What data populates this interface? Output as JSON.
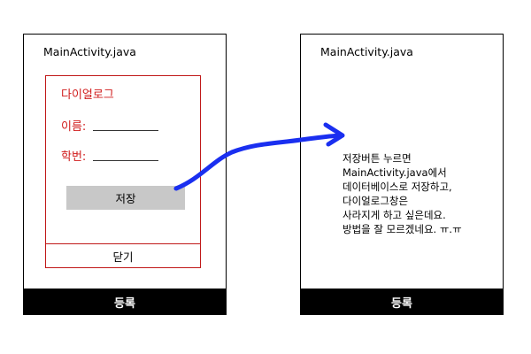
{
  "left_phone": {
    "title": "MainActivity.java",
    "dialog": {
      "title": "다이얼로그",
      "name_label": "이름:",
      "id_label": "학번:",
      "save_label": "저장",
      "close_label": "닫기"
    },
    "bottom_bar_label": "등록"
  },
  "right_phone": {
    "title": "MainActivity.java",
    "message_lines": [
      "저장버튼 누르면",
      "MainActivity.java에서",
      "데이터베이스로 저장하고,",
      "다이얼로그창은",
      "사라지게 하고 싶은데요.",
      "방법을 잘 모르겠네요. ㅠ.ㅠ"
    ],
    "bottom_bar_label": "등록"
  },
  "colors": {
    "dialog_accent": "#d01b1b",
    "arrow": "#1a2ff0",
    "bar": "#000000",
    "button_fill": "#c8c8c8"
  },
  "icons": {
    "arrow": "hand-drawn-arrow-icon"
  }
}
